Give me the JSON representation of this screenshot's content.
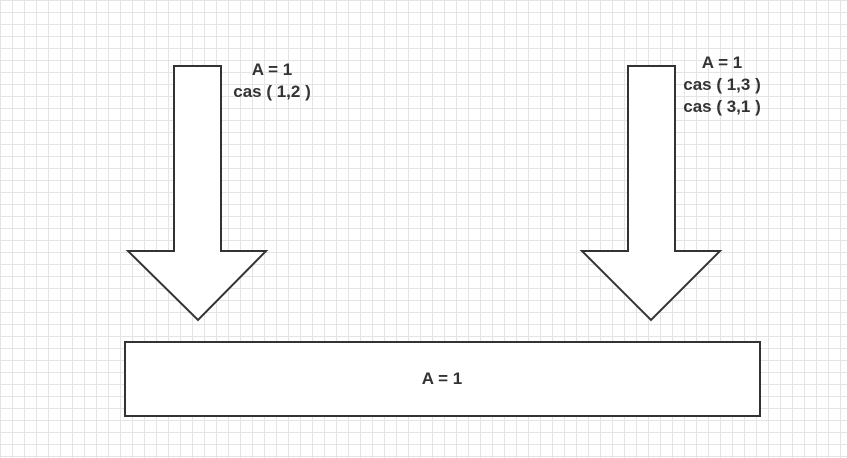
{
  "left_thread": {
    "lines": [
      "A = 1",
      "cas ( 1,2 )"
    ]
  },
  "right_thread": {
    "lines": [
      "A = 1",
      "cas ( 1,3 )",
      "cas ( 3,1 )"
    ]
  },
  "memory_box": {
    "label": "A = 1"
  },
  "colors": {
    "stroke": "#333333",
    "grid": "#e4e4e4",
    "background": "#ffffff"
  }
}
